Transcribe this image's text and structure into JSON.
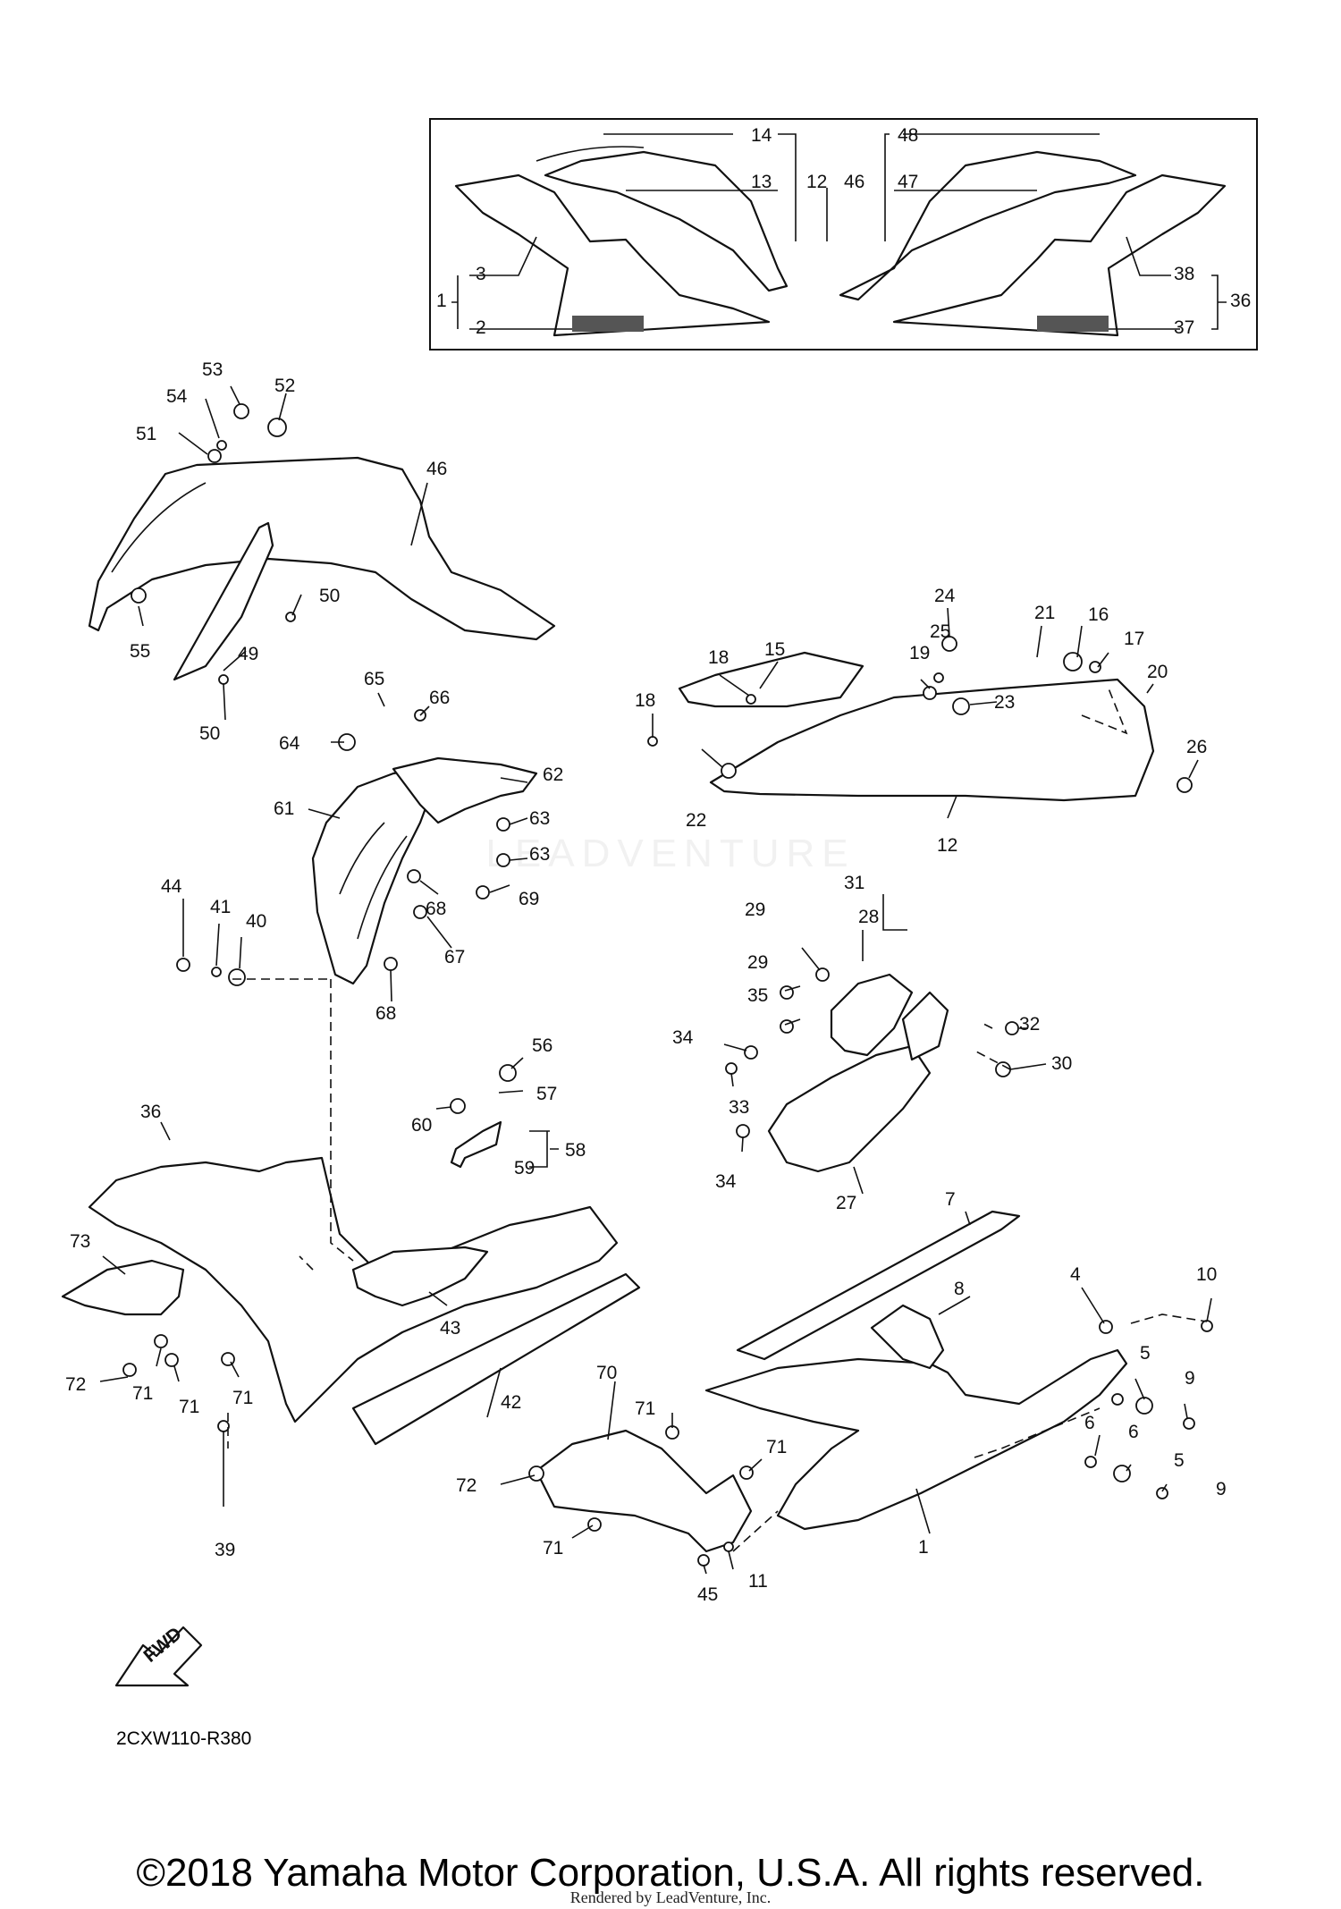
{
  "diagram": {
    "code": "2CXW110-R380",
    "fwd_label": "FWD",
    "watermark": "LEADVENTURE",
    "footer": {
      "copyright": "©2018 Yamaha Motor Corporation, U.S.A. All rights reserved.",
      "rendered_by": "Rendered by LeadVenture, Inc."
    },
    "callouts": {
      "c14": "14",
      "c13": "13",
      "c12a": "12",
      "c48": "48",
      "c46a": "46",
      "c47": "47",
      "c3": "3",
      "c1a": "1",
      "c2": "2",
      "c38": "38",
      "c36a": "36",
      "c37": "37",
      "c53": "53",
      "c52": "52",
      "c54": "54",
      "c51": "51",
      "c46b": "46",
      "c55": "55",
      "c49": "49",
      "c50a": "50",
      "c50b": "50",
      "c24": "24",
      "c21": "21",
      "c16": "16",
      "c17": "17",
      "c18a": "18",
      "c15": "15",
      "c25": "25",
      "c19": "19",
      "c23": "23",
      "c20": "20",
      "c18b": "18",
      "c26": "26",
      "c22": "22",
      "c12b": "12",
      "c65": "65",
      "c66": "66",
      "c64": "64",
      "c62": "62",
      "c61": "61",
      "c63a": "63",
      "c63b": "63",
      "c69": "69",
      "c68a": "68",
      "c67": "67",
      "c68b": "68",
      "c44": "44",
      "c41": "41",
      "c40": "40",
      "c31": "31",
      "c29a": "29",
      "c28": "28",
      "c29b": "29",
      "c35": "35",
      "c32": "32",
      "c34a": "34",
      "c30": "30",
      "c33": "33",
      "c34b": "34",
      "c27": "27",
      "c56": "56",
      "c57": "57",
      "c60": "60",
      "c58": "58",
      "c59": "59",
      "c36b": "36",
      "c73": "73",
      "c43": "43",
      "c72a": "72",
      "c71a": "71",
      "c71b": "71",
      "c71c": "71",
      "c42": "42",
      "c39": "39",
      "c7": "7",
      "c8": "8",
      "c4": "4",
      "c10": "10",
      "c5a": "5",
      "c9a": "9",
      "c6a": "6",
      "c6b": "6",
      "c5b": "5",
      "c9b": "9",
      "c1b": "1",
      "c70": "70",
      "c71d": "71",
      "c71e": "71",
      "c72b": "72",
      "c71f": "71",
      "c45": "45",
      "c11": "11"
    }
  }
}
